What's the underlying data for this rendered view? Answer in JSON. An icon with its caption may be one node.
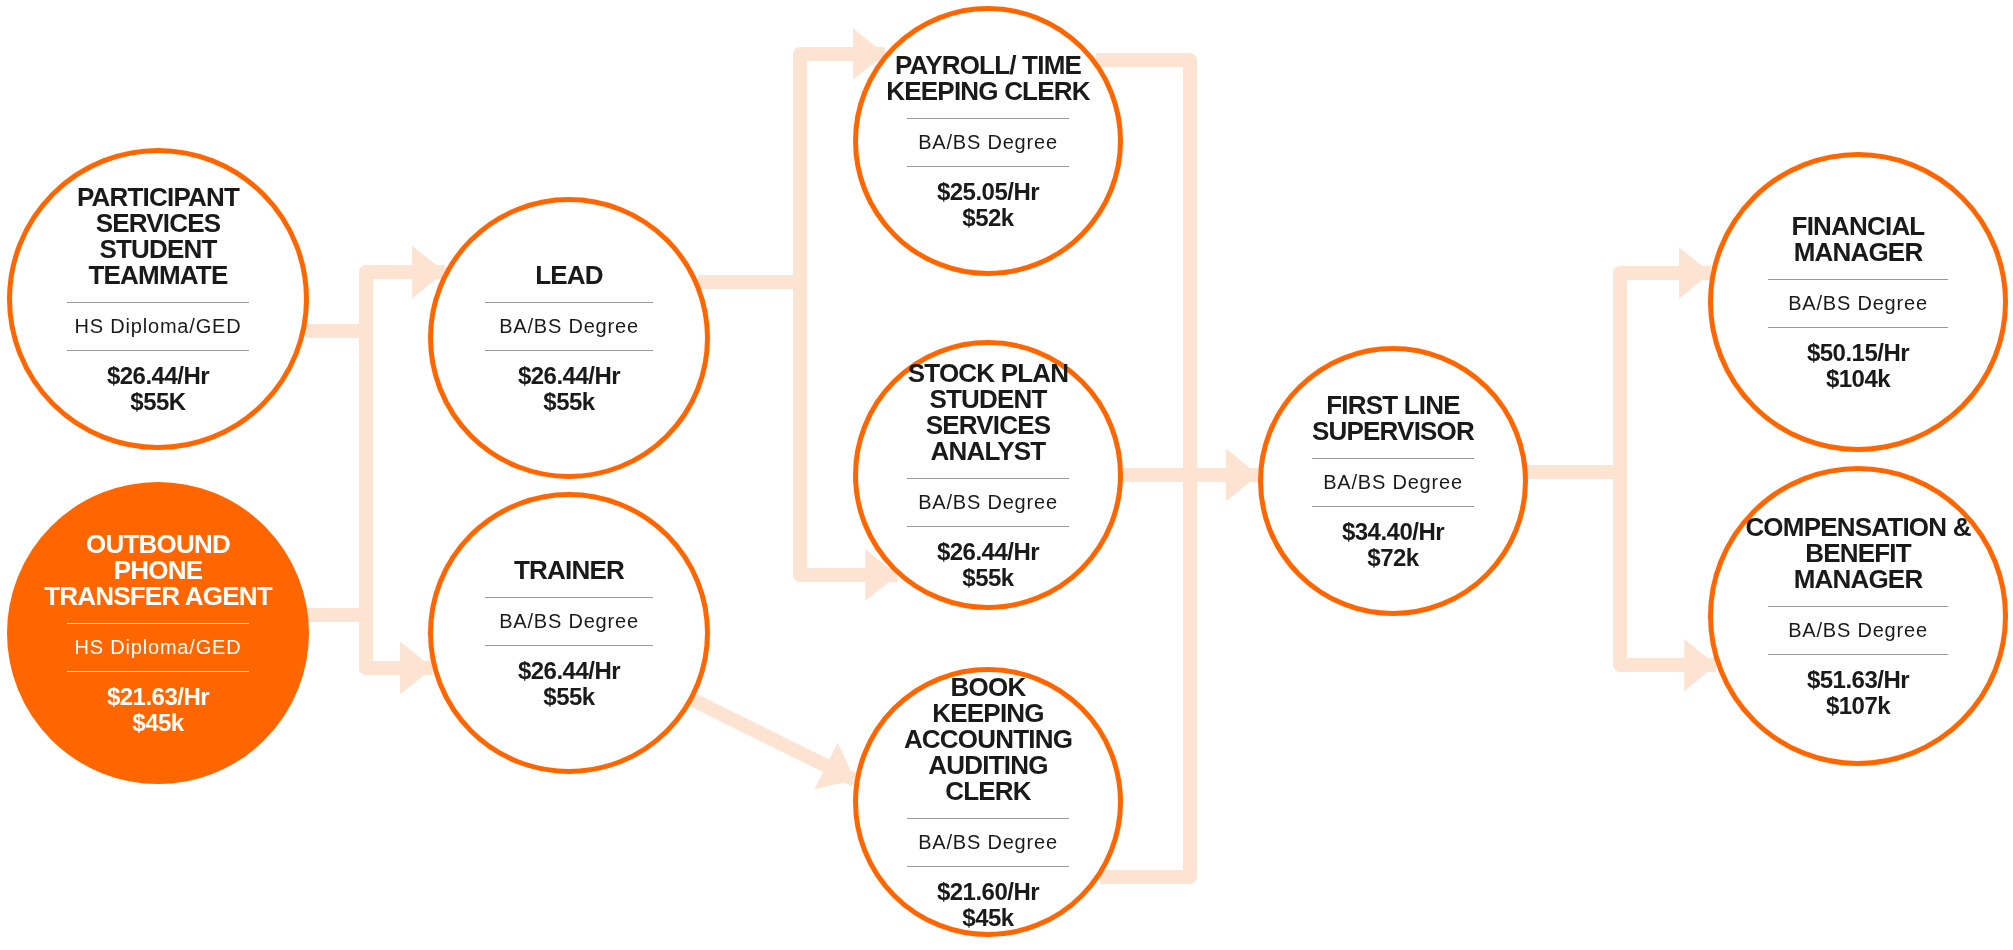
{
  "diagram": {
    "nodes": [
      {
        "text": [
          "PARTICIPANT SERVICES STUDENT TEAMMATE",
          "HS Diploma/GED",
          "$26.44/Hr $55K"
        ]
      },
      {
        "text": [
          "OUTBOUND PHONE TRANSFER AGENT",
          "HS Diploma/GED",
          "$21.63/Hr $45k"
        ]
      },
      {
        "text": [
          "LEAD",
          "BA/BS Degree",
          "$26.44/Hr $55k"
        ]
      },
      {
        "text": [
          "TRAINER",
          "BA/BS Degree",
          "$26.44/Hr $55k"
        ]
      },
      {
        "text": [
          "PAYROLL/ TIME KEEPING CLERK",
          "BA/BS Degree",
          "$25.05/Hr $52k"
        ]
      },
      {
        "text": [
          "STOCK PLAN STUDENT SERVICES ANALYST",
          "BA/BS Degree",
          "$26.44/Hr $55k"
        ]
      },
      {
        "text": [
          "BOOK KEEPING ACCOUNTING AUDITING CLERK",
          "BA/BS Degree",
          "$21.60/Hr $45k"
        ]
      },
      {
        "text": [
          "FIRST LINE SUPERVISOR",
          "BA/BS Degree",
          "$34.40/Hr $72k"
        ]
      },
      {
        "text": [
          "FINANCIAL MANAGER",
          "BA/BS Degree",
          "$50.15/Hr $104k"
        ]
      },
      {
        "text": [
          "COMPENSATION & BENEFIT MANAGER",
          "BA/BS Degree",
          "$51.63/Hr $107k"
        ]
      }
    ],
    "edges": [
      {
        "from": 0,
        "to": 2,
        "arrow": "to"
      },
      {
        "from": 0,
        "to": 3,
        "arrow": "to"
      },
      {
        "from": 1,
        "to": 2,
        "arrow": "to"
      },
      {
        "from": 1,
        "to": 3,
        "arrow": "to"
      },
      {
        "from": 2,
        "to": 4,
        "arrow": "to"
      },
      {
        "from": 2,
        "to": 5,
        "arrow": "to"
      },
      {
        "from": 3,
        "to": 6,
        "arrow": "to"
      },
      {
        "from": 4,
        "to": 7,
        "arrow": "to"
      },
      {
        "from": 5,
        "to": 7,
        "arrow": "to"
      },
      {
        "from": 6,
        "to": 7,
        "arrow": "to"
      },
      {
        "from": 7,
        "to": 8,
        "arrow": "to"
      },
      {
        "from": 7,
        "to": 9,
        "arrow": "to"
      }
    ]
  }
}
